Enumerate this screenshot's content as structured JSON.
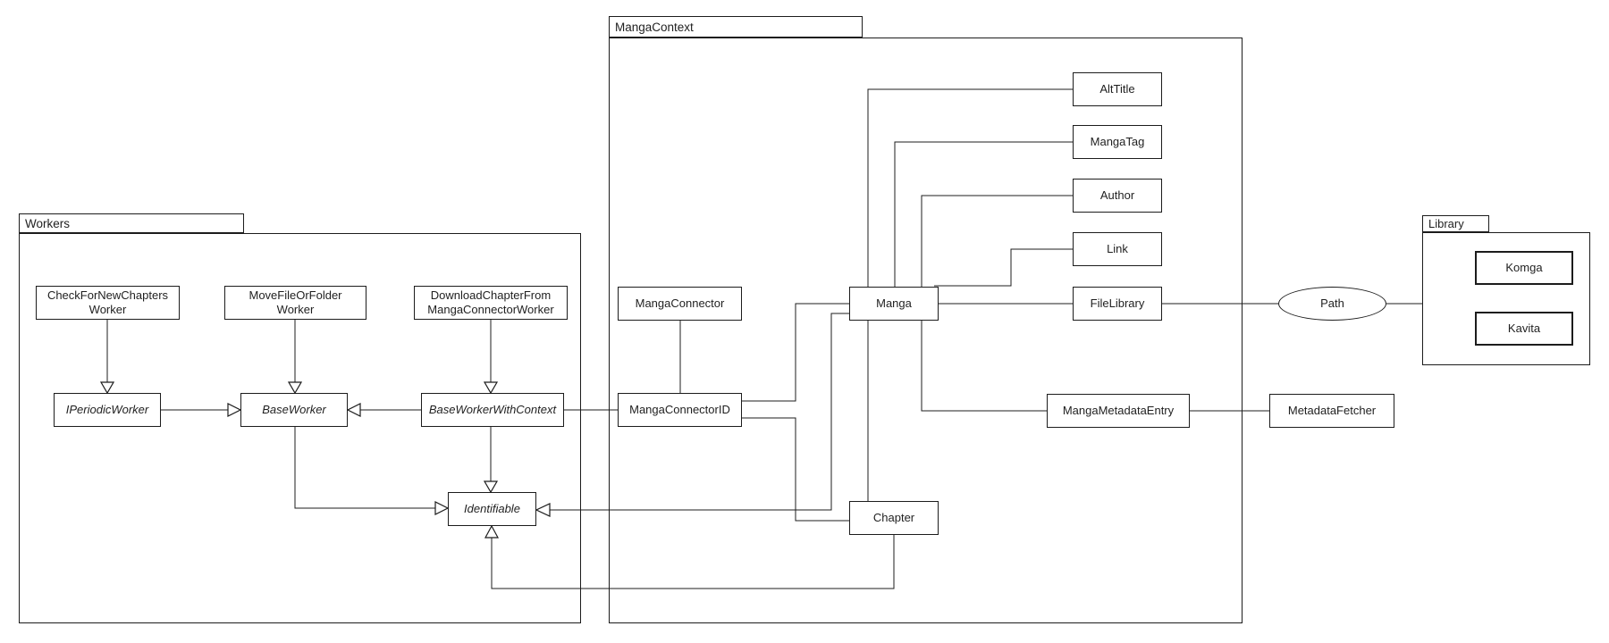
{
  "diagram": {
    "packages": {
      "workers": {
        "label": "Workers"
      },
      "manga_context": {
        "label": "MangaContext"
      },
      "library": {
        "label": "Library"
      }
    },
    "nodes": {
      "check_worker": {
        "lines": [
          "CheckForNewChapters",
          "Worker"
        ],
        "abstract": false
      },
      "move_worker": {
        "lines": [
          "MoveFileOrFolder",
          "Worker"
        ],
        "abstract": false
      },
      "download_worker": {
        "lines": [
          "DownloadChapterFrom",
          "MangaConnectorWorker"
        ],
        "abstract": false
      },
      "iperiodic_worker": {
        "lines": [
          "IPeriodicWorker"
        ],
        "abstract": true
      },
      "base_worker": {
        "lines": [
          "BaseWorker"
        ],
        "abstract": true
      },
      "base_worker_with_context": {
        "lines": [
          "BaseWorkerWithContext"
        ],
        "abstract": true
      },
      "identifiable": {
        "lines": [
          "Identifiable"
        ],
        "abstract": true
      },
      "manga_connector": {
        "lines": [
          "MangaConnector"
        ],
        "abstract": false
      },
      "manga_connector_id": {
        "lines": [
          "MangaConnectorID"
        ],
        "abstract": false
      },
      "manga": {
        "lines": [
          "Manga"
        ],
        "abstract": false
      },
      "chapter": {
        "lines": [
          "Chapter"
        ],
        "abstract": false
      },
      "alt_title": {
        "lines": [
          "AltTitle"
        ],
        "abstract": false
      },
      "manga_tag": {
        "lines": [
          "MangaTag"
        ],
        "abstract": false
      },
      "author": {
        "lines": [
          "Author"
        ],
        "abstract": false
      },
      "link": {
        "lines": [
          "Link"
        ],
        "abstract": false
      },
      "file_library": {
        "lines": [
          "FileLibrary"
        ],
        "abstract": false
      },
      "manga_metadata_entry": {
        "lines": [
          "MangaMetadataEntry"
        ],
        "abstract": false
      },
      "metadata_fetcher": {
        "lines": [
          "MetadataFetcher"
        ],
        "abstract": false
      },
      "path": {
        "lines": [
          "Path"
        ],
        "abstract": false
      },
      "komga": {
        "lines": [
          "Komga"
        ],
        "abstract": false
      },
      "kavita": {
        "lines": [
          "Kavita"
        ],
        "abstract": false
      }
    },
    "edges": [
      {
        "from": "CheckForNewChaptersWorker",
        "to": "IPeriodicWorker",
        "type": "inheritance"
      },
      {
        "from": "MoveFileOrFolderWorker",
        "to": "BaseWorker",
        "type": "inheritance"
      },
      {
        "from": "DownloadChapterFromMangaConnectorWorker",
        "to": "BaseWorkerWithContext",
        "type": "inheritance"
      },
      {
        "from": "IPeriodicWorker",
        "to": "BaseWorker",
        "type": "inheritance"
      },
      {
        "from": "BaseWorkerWithContext",
        "to": "BaseWorker",
        "type": "inheritance"
      },
      {
        "from": "BaseWorker",
        "to": "Identifiable",
        "type": "inheritance"
      },
      {
        "from": "BaseWorkerWithContext",
        "to": "Identifiable",
        "type": "inheritance"
      },
      {
        "from": "Manga",
        "to": "Identifiable",
        "type": "inheritance"
      },
      {
        "from": "Chapter",
        "to": "Identifiable",
        "type": "inheritance"
      },
      {
        "from": "BaseWorkerWithContext",
        "to": "MangaConnectorID",
        "type": "association"
      },
      {
        "from": "MangaConnector",
        "to": "MangaConnectorID",
        "type": "association"
      },
      {
        "from": "MangaConnectorID",
        "to": "Manga",
        "type": "association"
      },
      {
        "from": "MangaConnectorID",
        "to": "Chapter",
        "type": "association"
      },
      {
        "from": "Manga",
        "to": "AltTitle",
        "type": "association"
      },
      {
        "from": "Manga",
        "to": "MangaTag",
        "type": "association"
      },
      {
        "from": "Manga",
        "to": "Author",
        "type": "association"
      },
      {
        "from": "Manga",
        "to": "Link",
        "type": "association"
      },
      {
        "from": "Manga",
        "to": "FileLibrary",
        "type": "association"
      },
      {
        "from": "Manga",
        "to": "MangaMetadataEntry",
        "type": "association"
      },
      {
        "from": "Manga",
        "to": "Chapter",
        "type": "association"
      },
      {
        "from": "FileLibrary",
        "to": "Path",
        "type": "association"
      },
      {
        "from": "Path",
        "to": "Library",
        "type": "association"
      },
      {
        "from": "MangaMetadataEntry",
        "to": "MetadataFetcher",
        "type": "association"
      }
    ],
    "colors": {
      "line": "#1c1c1c",
      "box_background": "#ffffff",
      "text": "#1f1f1f"
    }
  }
}
